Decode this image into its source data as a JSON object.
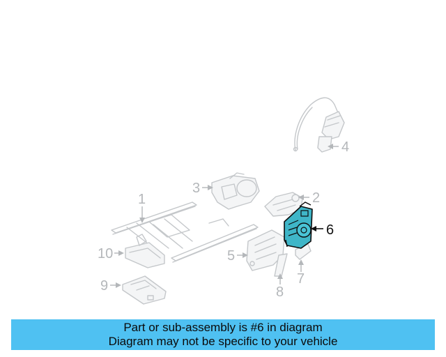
{
  "callouts": {
    "c1": "1",
    "c2": "2",
    "c3": "3",
    "c4": "4",
    "c5": "5",
    "c6": "6",
    "c7": "7",
    "c8": "8",
    "c9": "9",
    "c10": "10"
  },
  "highlight": {
    "part_number": "6",
    "color": "#3fb6c8"
  },
  "banner": {
    "line1": "Part or sub-assembly is #6 in diagram",
    "line2": "Diagram may not be specific to your vehicle",
    "background": "#4fc1f2"
  }
}
